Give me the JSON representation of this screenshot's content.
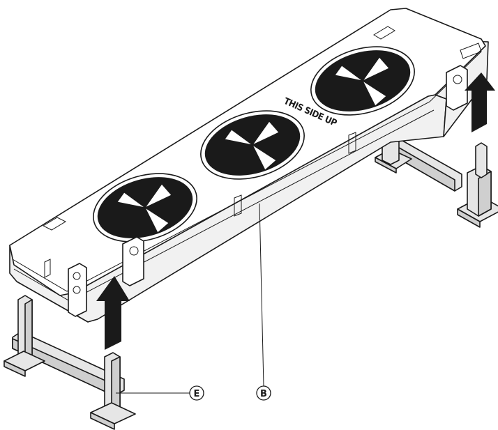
{
  "diagram": {
    "stamp_text": "THIS SIDE UP",
    "callouts": [
      {
        "id": "E",
        "label": "E"
      },
      {
        "id": "B",
        "label": "B"
      }
    ],
    "colors": {
      "case_fill": "#ffffff",
      "case_shadow": "#f1f1f1",
      "stand_fill": "#e6e6e6",
      "stand_dark": "#cfcfcf",
      "line": "#1a1a1a",
      "arrow": "#1a1a1a",
      "cutout": "#1a1a1a"
    }
  }
}
